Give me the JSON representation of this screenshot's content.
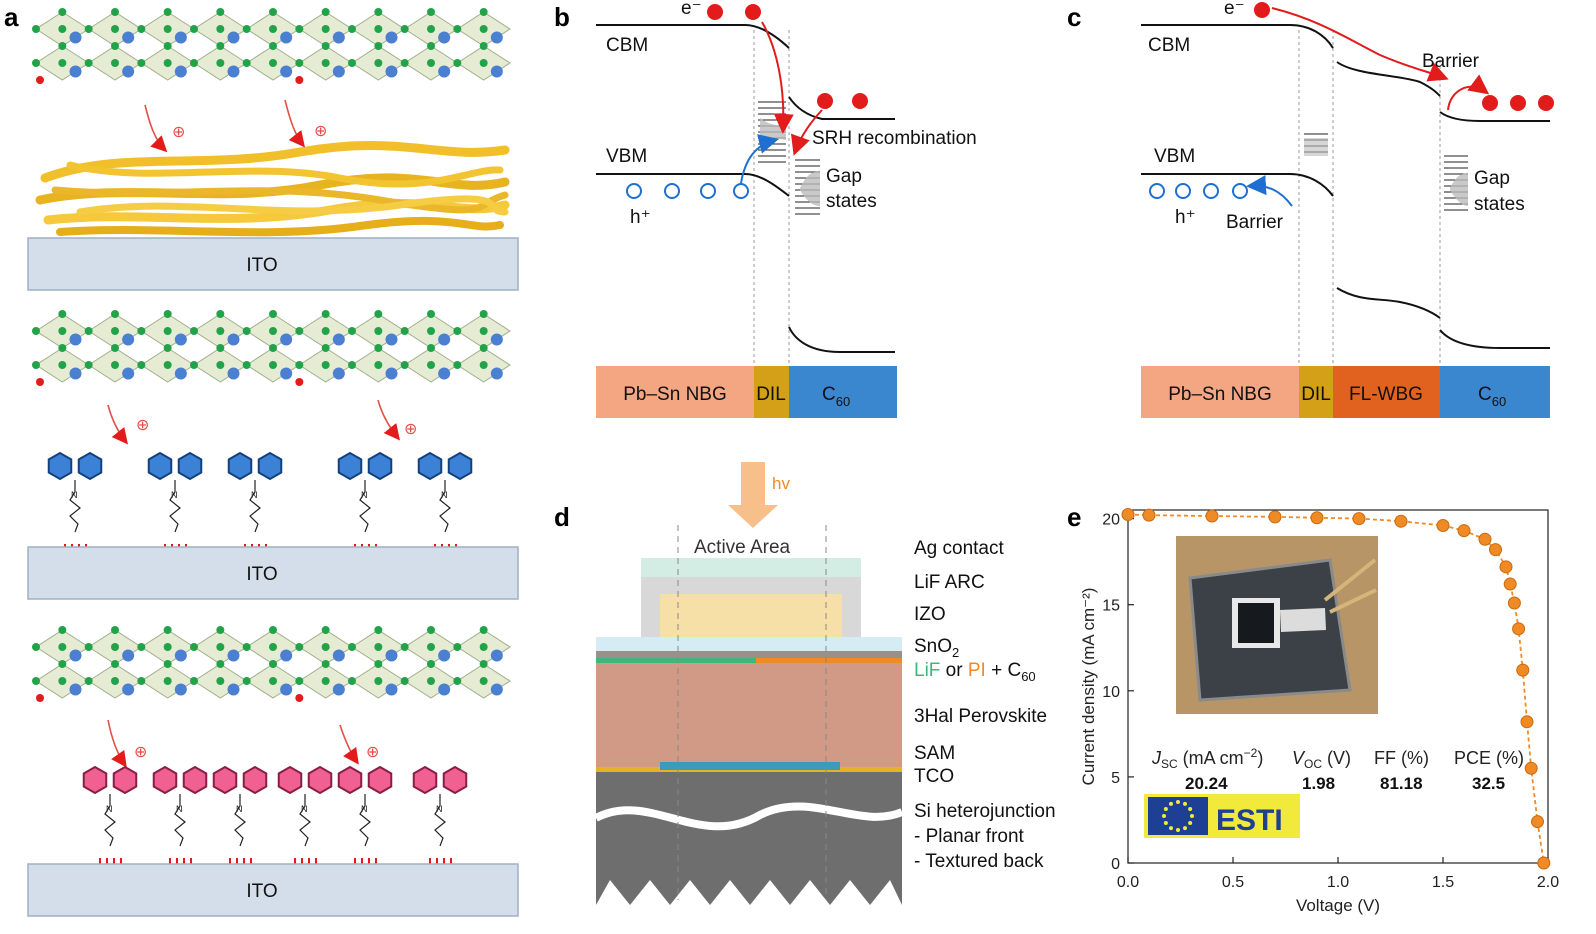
{
  "panel_a": {
    "label": "a",
    "substrate_label": "ITO"
  },
  "panel_b": {
    "label": "b",
    "electron": "e⁻",
    "hole": "h⁺",
    "cbm": "CBM",
    "vbm": "VBM",
    "recombination": "SRH recombination",
    "gap_states_1": "Gap",
    "gap_states_2": "states",
    "layers": [
      "Pb–Sn NBG",
      "DIL",
      "C",
      "60"
    ],
    "colors": {
      "nbg": "#f4a582",
      "dil": "#d4a017",
      "c60": "#3a87cf"
    }
  },
  "panel_c": {
    "label": "c",
    "electron": "e⁻",
    "hole": "h⁺",
    "cbm": "CBM",
    "vbm": "VBM",
    "barrier_top": "Barrier",
    "barrier_bottom": "Barrier",
    "gap_states_1": "Gap",
    "gap_states_2": "states",
    "layers": [
      "Pb–Sn NBG",
      "DIL",
      "FL-WBG",
      "C",
      "60"
    ],
    "colors": {
      "nbg": "#f4a582",
      "dil": "#d4a017",
      "wbg": "#e0621e",
      "c60": "#3a87cf"
    }
  },
  "panel_d": {
    "label": "d",
    "light": "hv",
    "active_area": "Active Area",
    "layers": {
      "ag": "Ag contact",
      "lif_arc": "LiF ARC",
      "izo": "IZO",
      "sno2_a": "SnO",
      "sno2_b": "2",
      "lif_pi_1": "LiF",
      "lif_pi_2": " or ",
      "lif_pi_3": "PI",
      "lif_pi_4": " + C",
      "lif_pi_5": "60",
      "perovskite": "3Hal Perovskite",
      "sam": "SAM",
      "tco": "TCO",
      "si": "Si heterojunction",
      "planar": "- Planar front",
      "textured": "- Textured back"
    }
  },
  "panel_e": {
    "label": "e",
    "logo_text": "ESTI",
    "metrics_headers": [
      "J",
      "SC",
      " (mA cm",
      "−2",
      ")",
      "V",
      "OC",
      " (V)",
      "FF (%)",
      "PCE (%)"
    ],
    "metrics_values": [
      "20.24",
      "1.98",
      "81.18",
      "32.5"
    ]
  },
  "chart_data": {
    "type": "line",
    "xlabel": "Voltage (V)",
    "ylabel": "Current density (mA cm⁻²)",
    "xlim": [
      0,
      2.0
    ],
    "ylim": [
      0,
      20.5
    ],
    "x_ticks": [
      "0.0",
      "0.5",
      "1.0",
      "1.5",
      "2.0"
    ],
    "y_ticks": [
      "0",
      "5",
      "10",
      "15",
      "20"
    ],
    "series": [
      {
        "color": "#f08a24",
        "x": [
          0.0,
          0.1,
          0.4,
          0.7,
          0.9,
          1.1,
          1.3,
          1.5,
          1.6,
          1.7,
          1.75,
          1.8,
          1.82,
          1.84,
          1.86,
          1.88,
          1.9,
          1.92,
          1.95,
          1.98
        ],
        "y": [
          20.24,
          20.2,
          20.15,
          20.1,
          20.05,
          20.0,
          19.85,
          19.6,
          19.3,
          18.8,
          18.2,
          17.2,
          16.2,
          15.1,
          13.6,
          11.2,
          8.2,
          5.5,
          2.4,
          0.0
        ]
      }
    ]
  }
}
